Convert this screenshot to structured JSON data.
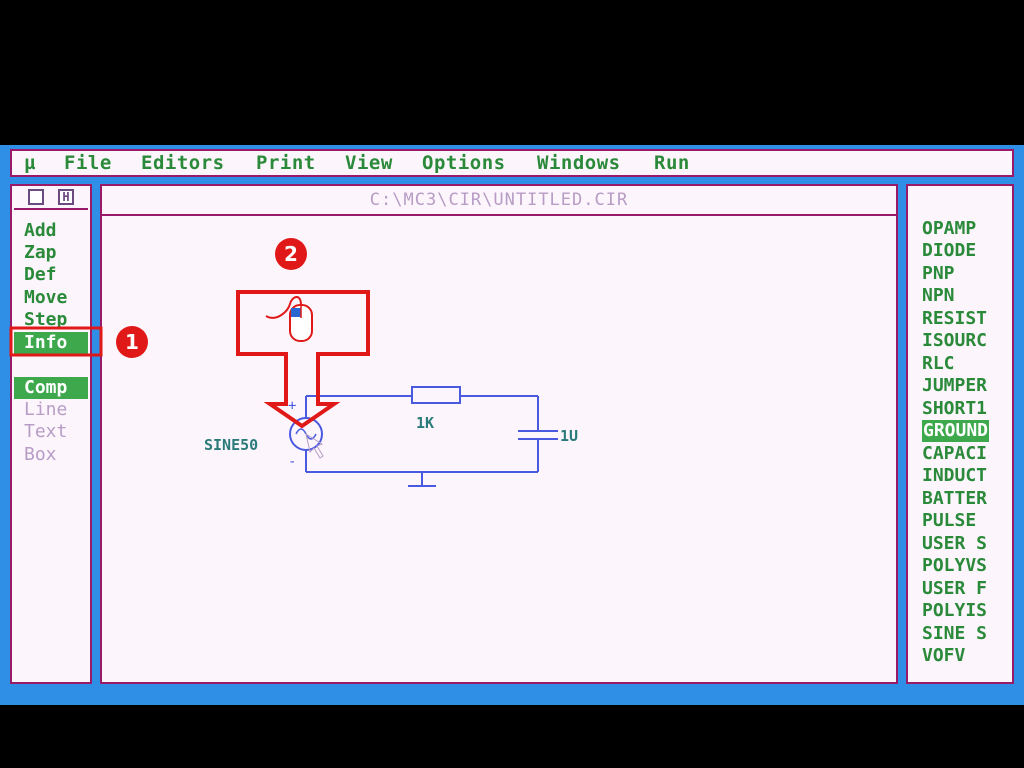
{
  "menubar": {
    "items": [
      "µ",
      "File",
      "Editors",
      "Print",
      "View",
      "Options",
      "Windows",
      "Run"
    ]
  },
  "left_panel": {
    "commands": [
      "Add",
      "Zap",
      "Def",
      "Move",
      "Step",
      "Info"
    ],
    "selected_command": "Info",
    "modes": [
      "Comp",
      "Line",
      "Text",
      "Box"
    ],
    "selected_mode": "Comp"
  },
  "window": {
    "title": "C:\\MC3\\CIR\\UNTITLED.CIR"
  },
  "circuit": {
    "source_label": "SINE50",
    "resistor_label": "1K",
    "capacitor_label": "1U",
    "plus_sign": "+",
    "minus_sign": "-"
  },
  "components": [
    "OPAMP",
    "DIODE",
    "PNP",
    "NPN",
    "RESIST",
    "ISOURC",
    "RLC",
    "JUMPER",
    "SHORT1",
    "GROUND",
    "CAPACI",
    "INDUCT",
    "BATTER",
    "PULSE",
    "USER S",
    "POLYVS",
    "USER F",
    "POLYIS",
    "SINE S",
    "VOFV"
  ],
  "selected_component": "GROUND",
  "annotations": {
    "step1": "1",
    "step2": "2"
  },
  "colors": {
    "background": "#2f8fe6",
    "panel": "#fcf6fc",
    "border": "#9a1a6a",
    "menu_text": "#2a8a3a",
    "highlight": "#3da84c",
    "wire": "#4a5ae0",
    "callout": "#e01818"
  },
  "icons": [
    "window-restore-icon",
    "help-icon",
    "mouse-icon"
  ]
}
